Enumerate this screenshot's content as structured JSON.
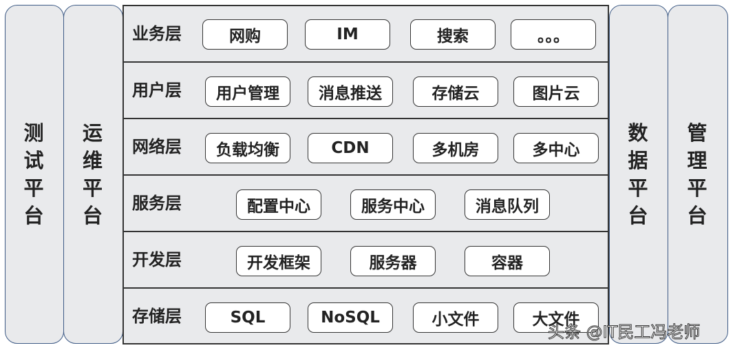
{
  "left_platforms": [
    {
      "label": "测试平台"
    },
    {
      "label": "运维平台"
    }
  ],
  "right_platforms": [
    {
      "label": "数据平台"
    },
    {
      "label": "管理平台"
    }
  ],
  "layers": [
    {
      "label": "业务层",
      "items": [
        "网购",
        "IM",
        "搜索",
        "。。。"
      ]
    },
    {
      "label": "用户层",
      "items": [
        "用户管理",
        "消息推送",
        "存储云",
        "图片云"
      ]
    },
    {
      "label": "网络层",
      "items": [
        "负载均衡",
        "CDN",
        "多机房",
        "多中心"
      ]
    },
    {
      "label": "服务层",
      "items": [
        "配置中心",
        "服务中心",
        "消息队列"
      ]
    },
    {
      "label": "开发层",
      "items": [
        "开发框架",
        "服务器",
        "容器"
      ]
    },
    {
      "label": "存储层",
      "items": [
        "SQL",
        "NoSQL",
        "小文件",
        "大文件"
      ]
    }
  ],
  "watermark": "头条 @IT民工冯老师",
  "colors": {
    "panel": "#e9eaec",
    "side_border": "#3d5a85",
    "box": "#ffffff"
  }
}
